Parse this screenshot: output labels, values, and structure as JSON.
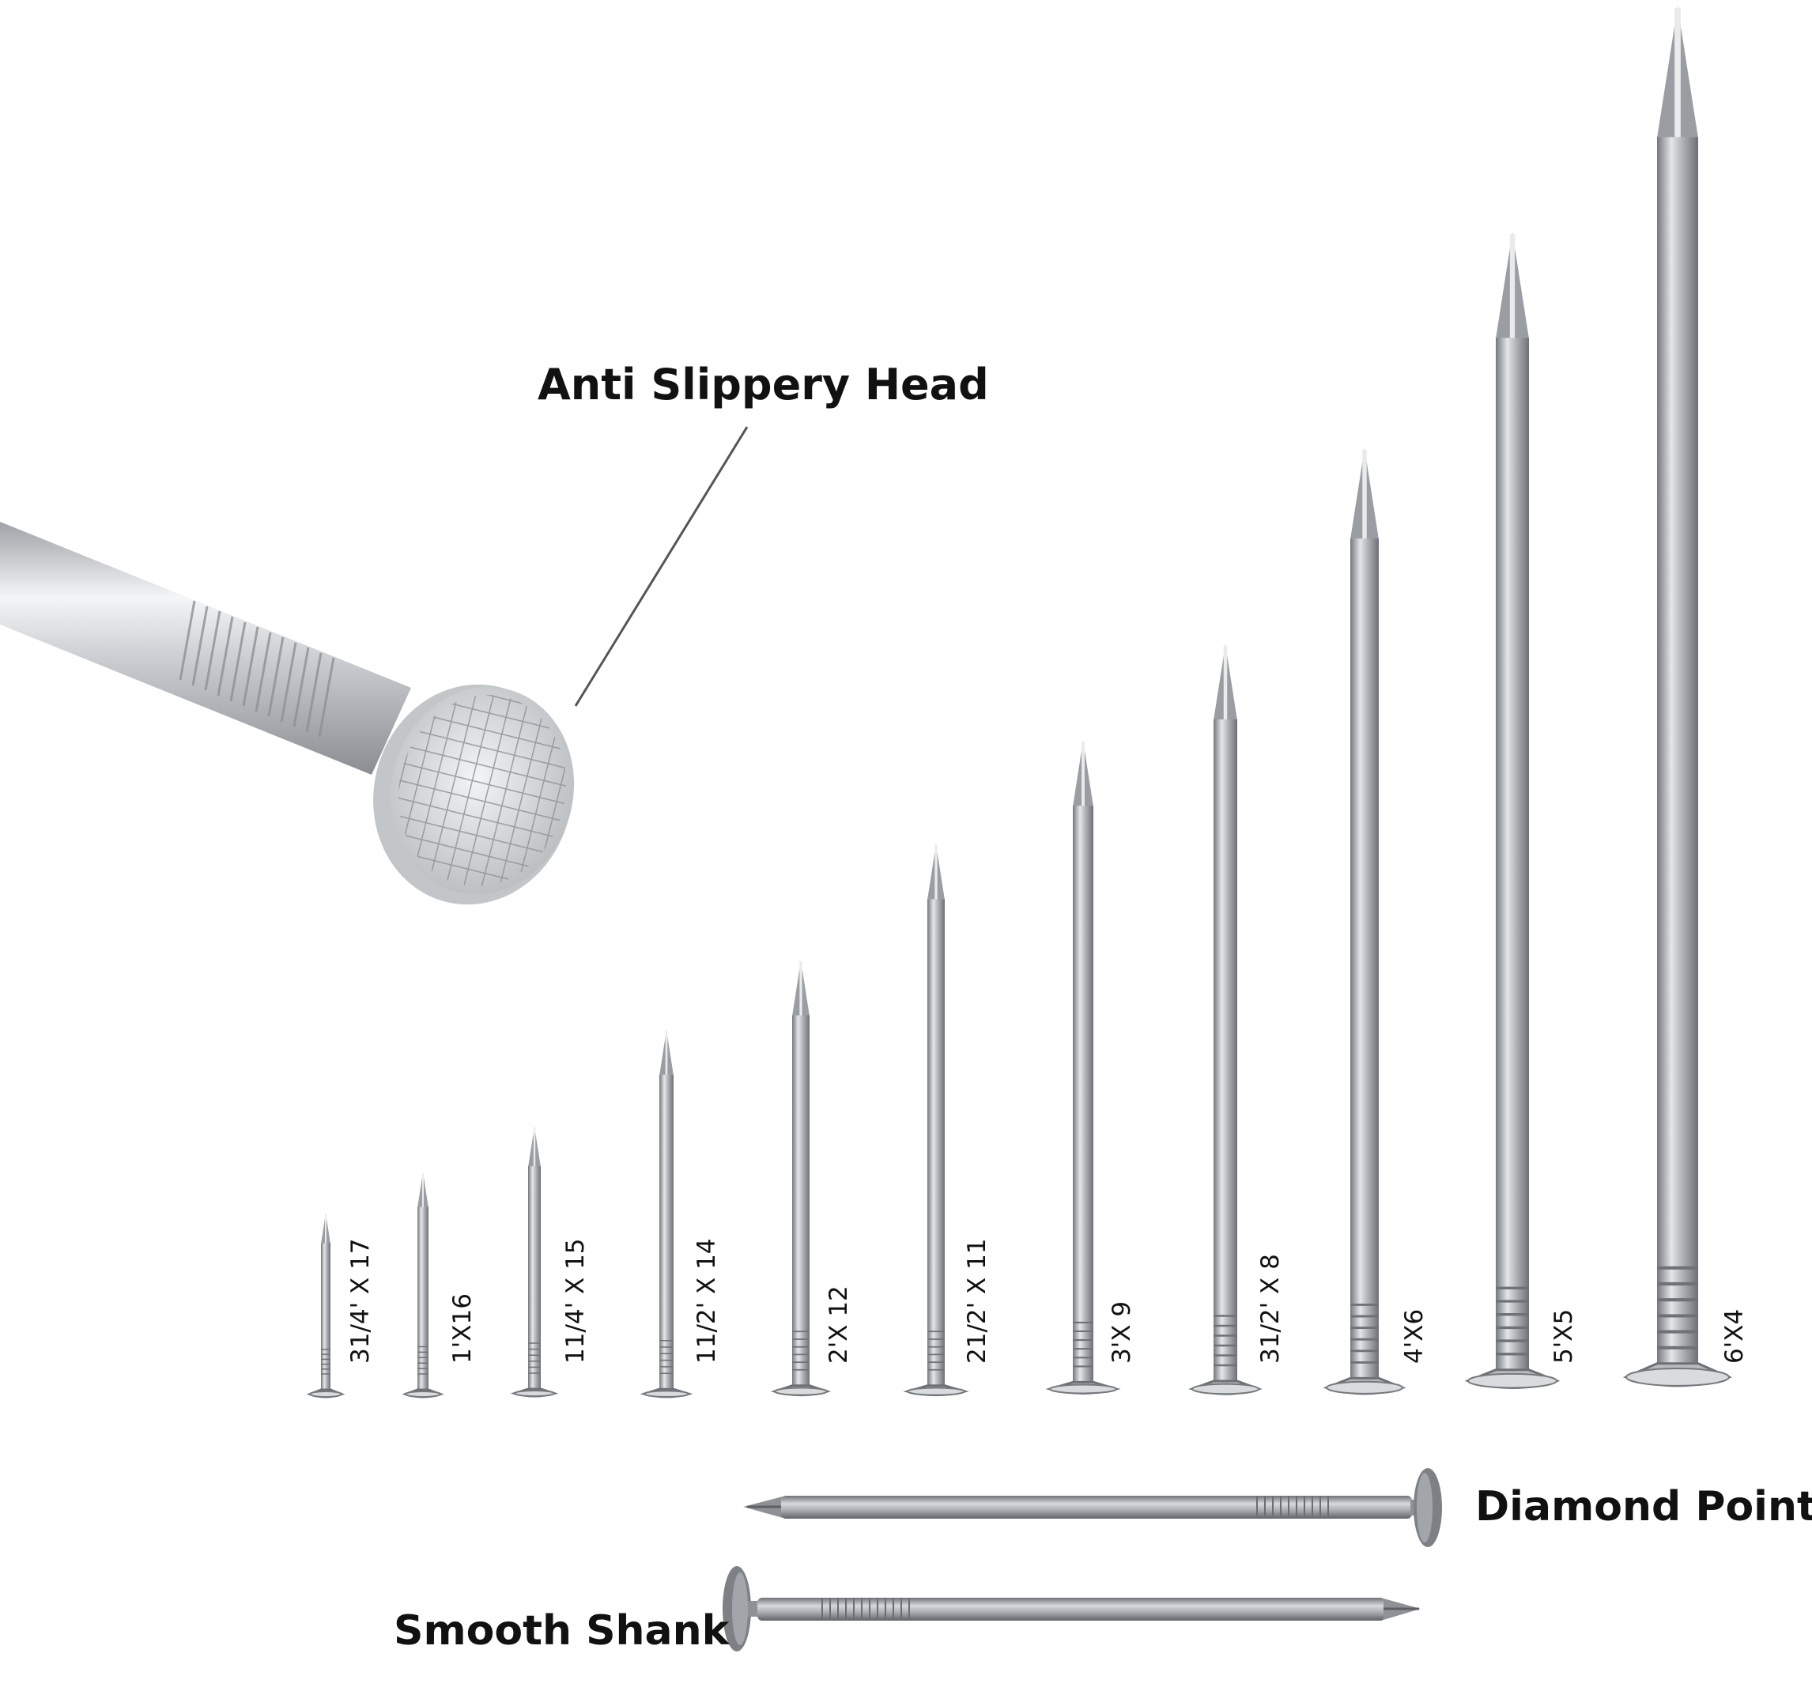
{
  "callouts": {
    "head": "Anti Slippery Head",
    "point": "Diamond Point",
    "shank": "Smooth Shank"
  },
  "nail_sizes": [
    "31/4' X 17",
    "1'X16",
    "11/4' X 15",
    "11/2' X 14",
    "2'X 12",
    "21/2' X 11",
    "3'X 9",
    "31/2' X 8",
    "4'X6",
    "5'X5",
    "6'X4"
  ],
  "colors": {
    "background": "#ffffff",
    "steel_light": "#e2e4e6",
    "steel_mid": "#a9adb1",
    "steel_dark": "#6f7377",
    "text": "#111111"
  }
}
